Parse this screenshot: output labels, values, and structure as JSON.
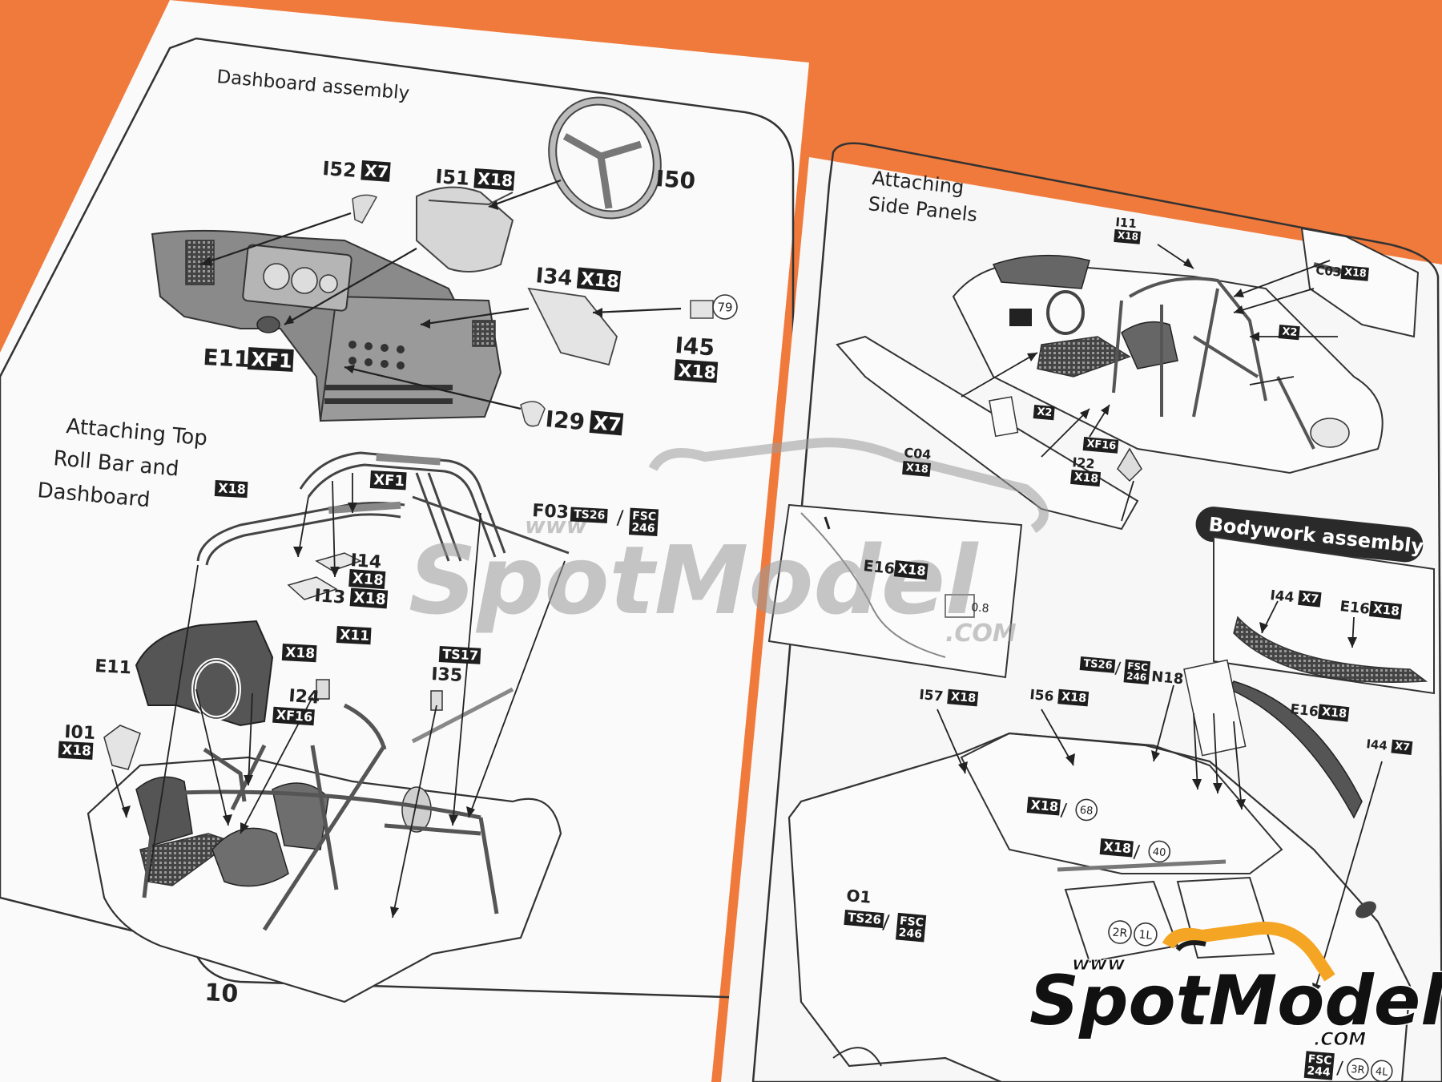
{
  "left_page": {
    "sections": {
      "dashboard_assembly": "Dashboard assembly",
      "roll_bar_line1": "Attaching Top",
      "roll_bar_line2": "Roll Bar and",
      "roll_bar_line3": "Dashboard"
    },
    "page_number": "10",
    "parts": {
      "i52": "I52",
      "i52_tag": "X7",
      "i51": "I51",
      "i51_tag": "X18",
      "i50": "I50",
      "i34": "I34",
      "i34_tag": "X18",
      "c79": "79",
      "i45": "I45",
      "i45_tag": "X18",
      "e11a": "E11",
      "e11a_tag": "XF1",
      "i29": "I29",
      "i29_tag": "X7",
      "x18_bar": "X18",
      "xf1_bar": "XF1",
      "f03": "F03",
      "f03_ts": "TS26",
      "f03_fsc": "FSC 246",
      "i14": "I14",
      "i14_tag": "X18",
      "i13": "I13",
      "i13_tag": "X18",
      "x11": "X11",
      "x18_i24": "X18",
      "i24": "I24",
      "i24_tag": "XF16",
      "ts17": "TS17",
      "i35": "I35",
      "e11b": "E11",
      "i01": "I01",
      "i01_tag": "X18"
    }
  },
  "right_page": {
    "sections": {
      "side_line1": "Attaching",
      "side_line2": "Side Panels",
      "bodywork": "Bodywork assembly"
    },
    "parts": {
      "i11": "I11",
      "i11_tag": "X18",
      "c03": "C03",
      "c03_tag": "X18",
      "x2a": "X2",
      "x2b": "X2",
      "xf16": "XF16",
      "c04": "C04",
      "c04_tag": "X18",
      "i22": "I22",
      "i22_tag": "X18",
      "e16a": "E16",
      "e16a_tag": "X18",
      "thick": "0.8",
      "i44a": "I44",
      "i44a_tag": "X7",
      "e16b": "E16",
      "e16b_tag": "X18",
      "n18_ts": "TS26",
      "n18_fsc": "FSC 246",
      "n18": "N18",
      "i57": "I57",
      "i57_tag": "X18",
      "i56": "I56",
      "i56_tag": "X18",
      "e16c": "E16",
      "e16c_tag": "X18",
      "i44b": "I44",
      "i44b_tag": "X7",
      "x18_68": "X18",
      "c68": "68",
      "x18_40": "X18",
      "c40": "40",
      "o1": "O1",
      "o1_ts": "TS26",
      "o1_fsc": "FSC 246",
      "c2r": "2R",
      "c1l": "1L",
      "fsc244": "FSC 244",
      "c3r": "3R",
      "c4l": "4L"
    }
  },
  "watermark": {
    "brand": "SpotModel",
    "prefix": "www",
    "suffix": ".COM"
  },
  "logo": {
    "prefix": "www",
    "brand": "SpotModel",
    "suffix": ".COM"
  },
  "colors": {
    "background": "#f07a3c",
    "paper": "#fafafa",
    "ink": "#222222",
    "logo_accent": "#f5a524"
  }
}
